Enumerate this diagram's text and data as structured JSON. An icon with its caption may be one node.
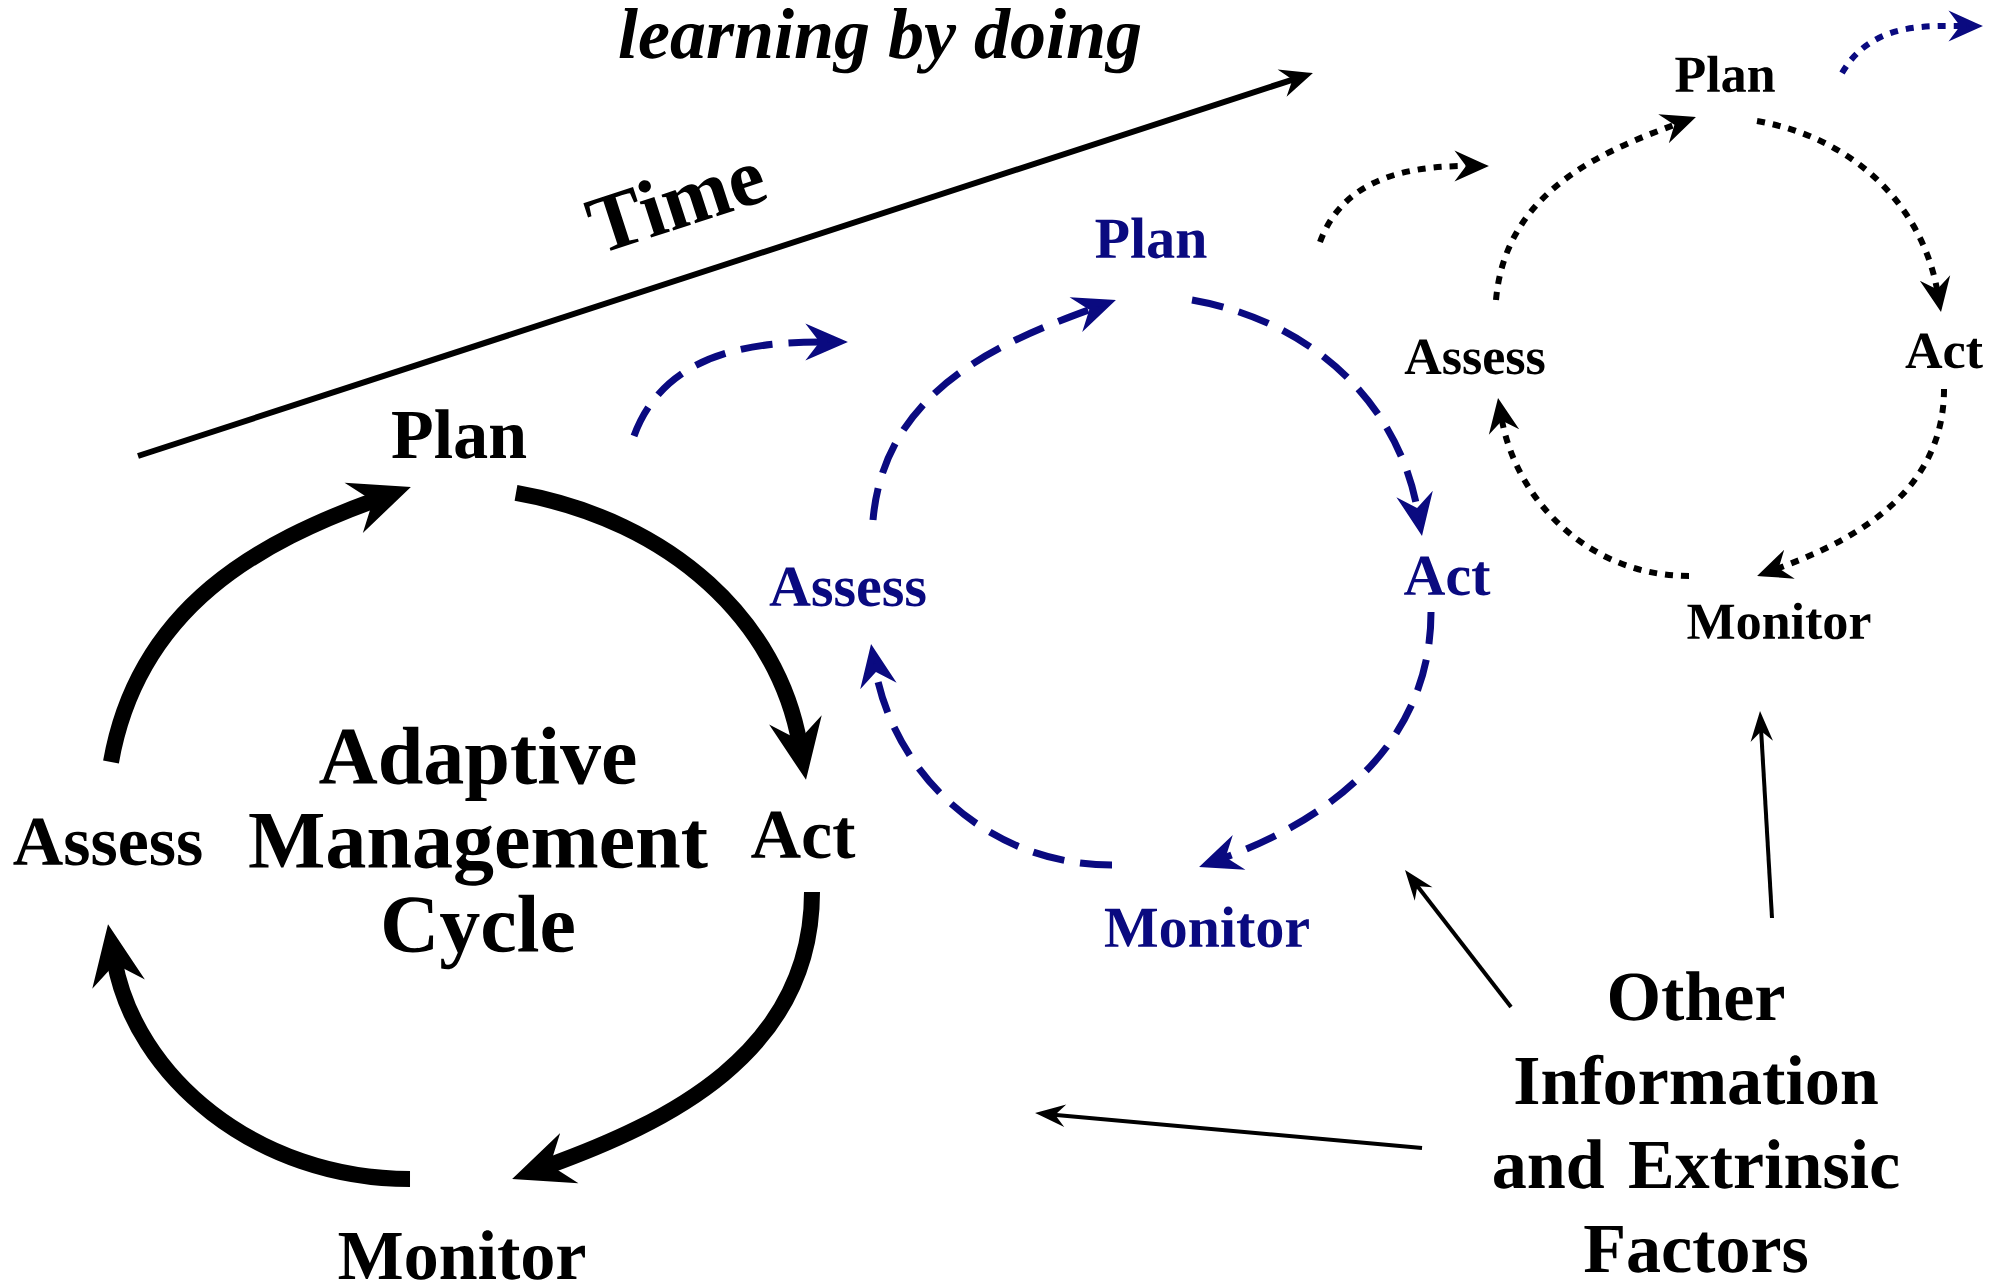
{
  "diagram": {
    "title": "learning by doing",
    "nodes": [
      {
        "text": [
          "Plan"
        ]
      },
      {
        "text": [
          "Assess"
        ]
      },
      {
        "text": [
          "Act"
        ]
      },
      {
        "text": [
          "Monitor"
        ]
      },
      {
        "text": [
          "Plan"
        ]
      },
      {
        "text": [
          "Assess"
        ]
      },
      {
        "text": [
          "Act"
        ]
      },
      {
        "text": [
          "Monitor"
        ]
      },
      {
        "text": [
          "Plan"
        ]
      },
      {
        "text": [
          "Assess"
        ]
      },
      {
        "text": [
          "Act"
        ]
      },
      {
        "text": [
          "Monitor"
        ]
      },
      {
        "text": [
          "Other Information and Extrinsic Factors"
        ]
      }
    ],
    "edges": [
      {
        "from": 1,
        "to": 0,
        "arrow": "to",
        "style": "thick"
      },
      {
        "from": 0,
        "to": 2,
        "arrow": "to",
        "style": "thick"
      },
      {
        "from": 2,
        "to": 3,
        "arrow": "to",
        "style": "thick"
      },
      {
        "from": 3,
        "to": 1,
        "arrow": "to",
        "style": "thick"
      },
      {
        "from": 5,
        "to": 4,
        "arrow": "to",
        "style": "dashed",
        "color": "#0a0a80"
      },
      {
        "from": 4,
        "to": 6,
        "arrow": "to",
        "style": "dashed",
        "color": "#0a0a80"
      },
      {
        "from": 6,
        "to": 7,
        "arrow": "to",
        "style": "dashed",
        "color": "#0a0a80"
      },
      {
        "from": 7,
        "to": 5,
        "arrow": "to",
        "style": "dashed",
        "color": "#0a0a80"
      },
      {
        "from": 9,
        "to": 8,
        "arrow": "to",
        "style": "dashed"
      },
      {
        "from": 8,
        "to": 10,
        "arrow": "to",
        "style": "dashed"
      },
      {
        "from": 10,
        "to": 11,
        "arrow": "to",
        "style": "dashed"
      },
      {
        "from": 11,
        "to": 9,
        "arrow": "to",
        "style": "dashed"
      },
      {
        "from": 12,
        "to": null,
        "arrow": "to"
      },
      {
        "from": 12,
        "to": null,
        "arrow": "to"
      },
      {
        "from": 12,
        "to": null,
        "arrow": "to"
      }
    ],
    "labels": [
      "Time",
      "Adaptive Management Cycle"
    ]
  }
}
